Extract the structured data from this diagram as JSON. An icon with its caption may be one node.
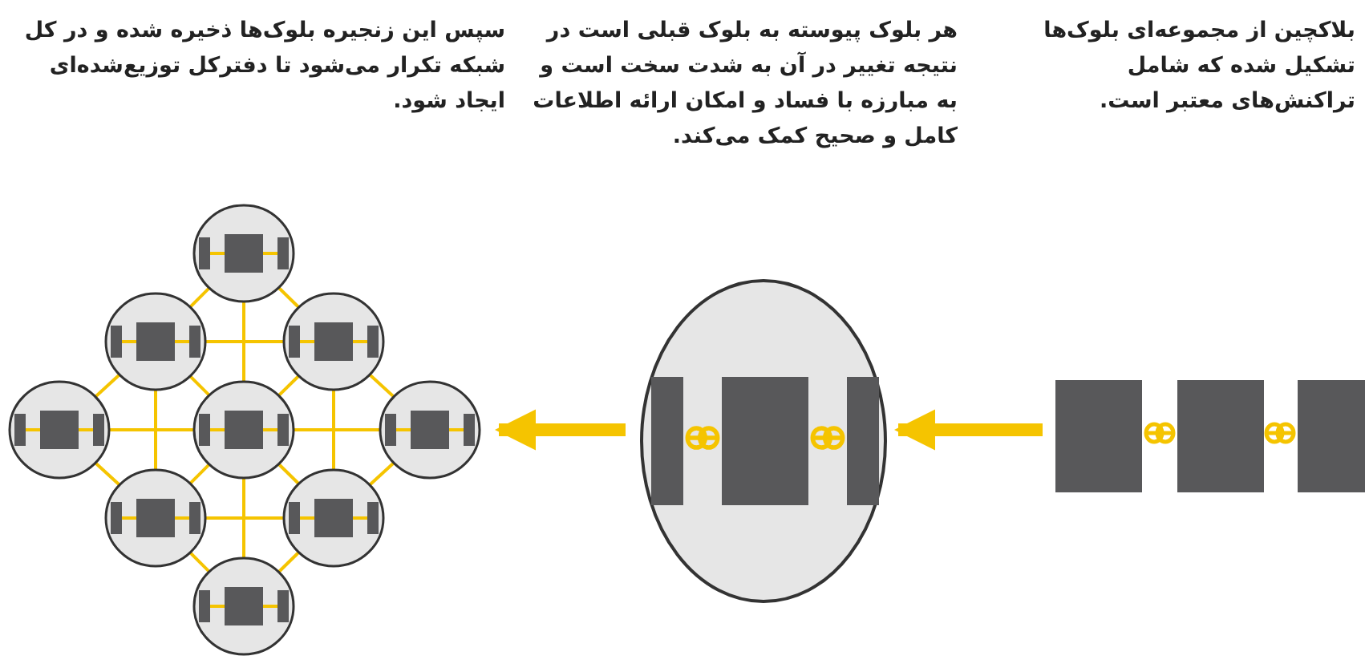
{
  "diagram": {
    "nodes": [
      {
        "text": [],
        "shape": "picture"
      },
      {
        "text": [],
        "shape": "picture"
      },
      {
        "text": [],
        "shape": "picture"
      }
    ],
    "edges": [
      {
        "from": 0,
        "to": 1,
        "arrow": "to"
      },
      {
        "from": 1,
        "to": 2,
        "arrow": "to"
      }
    ],
    "labels": [
      "بلاکچین از مجموعه‌ای بلوک‌ها تشکیل شده که شامل تراکنش‌های معتبر است.",
      "هر بلوک پیوسته به بلوک قبلی است در نتیجه تغییر در آن به شدت سخت است و به مبارزه با فساد و امکان ارائه اطلاعات کامل و صحیح کمک می‌کند.",
      "سپس این زنجیره بلوک‌ها ذخیره شده و در کل شبکه تکرار می‌شود تا دفترکل توزیع‌شده‌ای ایجاد شود."
    ]
  }
}
